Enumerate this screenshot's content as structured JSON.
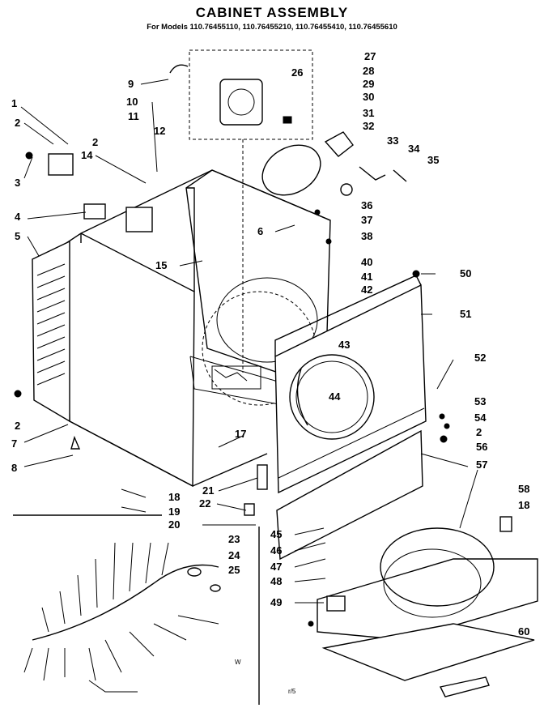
{
  "title": "CABINET ASSEMBLY",
  "subtitle": "For Models 110.76455110, 110.76455210, 110.76455410, 110.76455610",
  "callouts": [
    "1",
    "2",
    "3",
    "4",
    "5",
    "6",
    "7",
    "8",
    "9",
    "10",
    "11",
    "12",
    "14",
    "15",
    "17",
    "18",
    "19",
    "20",
    "21",
    "22",
    "23",
    "24",
    "25",
    "26",
    "27",
    "28",
    "29",
    "30",
    "31",
    "32",
    "33",
    "34",
    "35",
    "36",
    "37",
    "38",
    "40",
    "41",
    "42",
    "43",
    "44",
    "45",
    "46",
    "47",
    "48",
    "49",
    "50",
    "51",
    "52",
    "53",
    "54",
    "56",
    "57",
    "58",
    "60"
  ],
  "page_mark": "r/5",
  "wire_label": "W"
}
